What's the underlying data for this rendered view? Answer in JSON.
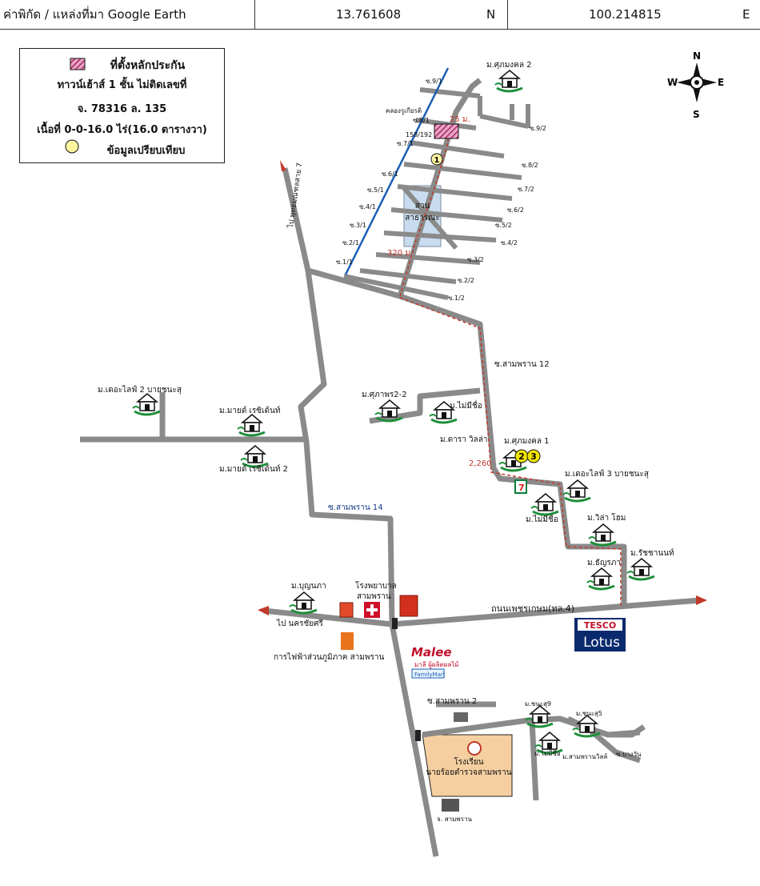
{
  "header": {
    "source_label": "ค่าพิกัด / แหล่งที่มา Google Earth",
    "latitude": "13.761608",
    "lat_dir": "N",
    "longitude": "100.214815",
    "lon_dir": "E"
  },
  "legend": {
    "title": "ที่ตั้งหลักประกัน",
    "line1": "ทาวน์เฮ้าส์ 1 ชั้น ไม่ติดเลขที่",
    "line2": "จ. 78316 ล. 135",
    "line3": "เนื้อที่ 0-0-16.0 ไร่(16.0 ตารางวา)",
    "compare": "ข้อมูลเปรียบเทียบ"
  },
  "compass": {
    "n": "N",
    "s": "S",
    "e": "E",
    "w": "W"
  },
  "labels": {
    "canal": "คลองรูเกียรติ",
    "park1": "สวน",
    "park2": "สาธารณะ",
    "dist_25": "25 ม.",
    "dist_320": "320 ม.",
    "dist_2260": "2,260",
    "house_no": "158/192",
    "road_soi12": "ซ.สามพราน 12",
    "road_soi14": "ซ.สามพราน 14",
    "road_soi2": "ซ.สามพราน 2",
    "road_phetkasem": "ถนนเพชรเกษม(ทล.4)",
    "road_putthamonthon": "ไป พุทธมณฑลสาย 7",
    "to_nakhonchaisri": "ไป นครชัยศรี",
    "hospital1": "โรงพยาบาล",
    "hospital2": "สามพราน",
    "pea": "การไฟฟ้าส่วนภูมิภาค สามพราน",
    "school1": "โรงเรียน",
    "school2": "นายร้อยตำรวจสามพราน",
    "district": "จ. สามพราน",
    "soi_bottom": "ซ.บางวัน",
    "tesco": "TESCO",
    "lotus": "Lotus",
    "malee": "Malee",
    "malee_sub": "มาลี ผู้ผลิตผลไม้",
    "familymart": "FamilyMart",
    "seven": "7"
  },
  "sois_left": [
    "ซ.9/1",
    "ซ.8/1",
    "ซ.7/1",
    "ซ.6/1",
    "ซ.5/1",
    "ซ.4/1",
    "ซ.3/1",
    "ซ.2/1",
    "ซ.1/1"
  ],
  "sois_right": [
    "ซ.9/2",
    "ซ.8/2",
    "ซ.7/2",
    "ซ.6/2",
    "ซ.5/2",
    "ซ.4/2",
    "ซ.3/2",
    "ซ.2/2",
    "ซ.1/2"
  ],
  "villages": {
    "v1": "ม.ศุภมงคล 2",
    "v2": "ม.เดอะไลฟ์ 2 บายชนะสุ",
    "v3": "ม.มายด์ เรซิเด้นท์",
    "v4": "ม.มายด์ เรซิเด้นท์ 2",
    "v5": "ม.ศุภาพร2-2",
    "v6": "ม.ไม่มีชื่อ",
    "v7": "ม.ดารา วิลล่า",
    "v8": "ม.ศุภมงคล 1",
    "v9": "ม.เดอะไลฟ์ 3 บายชนะสุ",
    "v10": "ม.ไม่มีชื่อ",
    "v11": "ม.วิล่า โฮม",
    "v12": "ม.รัชชานนท์",
    "v13": "ม.ธัญรภา",
    "v14": "ม.บุญนภา",
    "v15": "ม.ชนะสุ9",
    "v16": "ม.ชนะสุ5",
    "v17": "ม.ไม่มีชื่อ",
    "v18": "ม.สามพรานวิลล์"
  },
  "markers": [
    "1",
    "2",
    "3"
  ],
  "colors": {
    "road": "#8a8a8a",
    "route": "#c0392b",
    "canal": "#1a5fb4",
    "park": "#c9dcef",
    "school": "#f5cfa0",
    "collateral": "#b5246b"
  },
  "icons": [
    "house-icon",
    "hospital-icon",
    "post-office-icon",
    "traffic-light-icon",
    "compass-icon"
  ]
}
